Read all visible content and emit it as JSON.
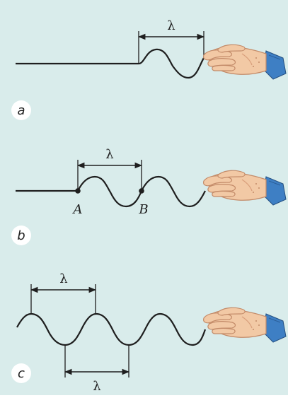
{
  "panels": [
    {
      "label": "a",
      "wavelength_symbol": "λ"
    },
    {
      "label": "b",
      "wavelength_symbol": "λ",
      "point_a": "A",
      "point_b": "B"
    },
    {
      "label": "c",
      "wavelength_symbol_top": "λ",
      "wavelength_symbol_bottom": "λ"
    }
  ],
  "colors": {
    "background": "#d9eceb",
    "badge_fill": "#ffffff",
    "line": "#1f1f1f",
    "skin": "#f2c9a5",
    "skin_shade": "#d99f7c",
    "sleeve": "#3e7fc4"
  }
}
